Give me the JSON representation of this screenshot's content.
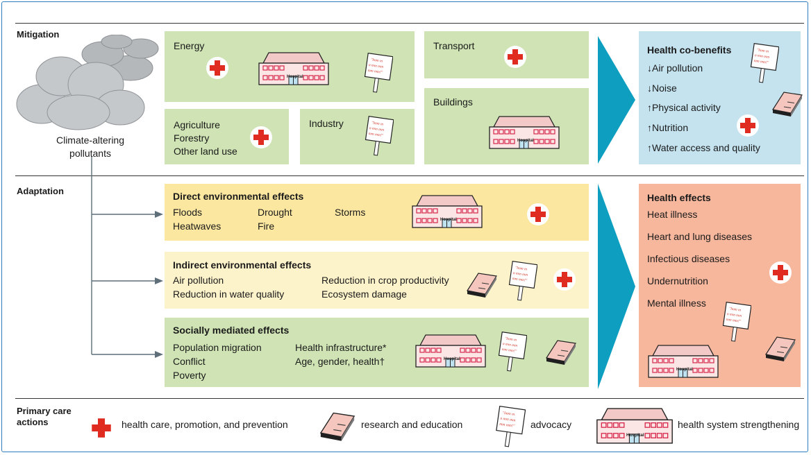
{
  "sections": {
    "mitigation": "Mitigation",
    "adaptation": "Adaptation",
    "primary_care": "Primary care\nactions"
  },
  "cloud_label": "Climate-altering\npollutants",
  "mitigation": {
    "energy": "Energy",
    "transport": "Transport",
    "agriculture": "Agriculture\nForestry\nOther land use",
    "industry": "Industry",
    "buildings": "Buildings"
  },
  "co_benefits": {
    "title": "Health co-benefits",
    "items": [
      "↓Air pollution",
      "↓Noise",
      "↑Physical activity",
      "↑Nutrition",
      "↑Water access and quality"
    ]
  },
  "direct": {
    "title": "Direct environmental effects",
    "items": [
      "Floods",
      "Drought",
      "Storms",
      "Heatwaves",
      "Fire"
    ]
  },
  "indirect": {
    "title": "Indirect environmental effects",
    "items": [
      "Air pollution",
      "Reduction in crop productivity",
      "Reduction in water quality",
      "Ecosystem damage"
    ]
  },
  "social": {
    "title": "Socially mediated effects",
    "items": [
      "Population migration",
      "Health infrastructure*",
      "Conflict",
      "Age, gender, health†",
      "Poverty"
    ]
  },
  "health_effects": {
    "title": "Health effects",
    "items": [
      "Heat illness",
      "Heart and lung diseases",
      "Infectious diseases",
      "Undernutrition",
      "Mental illness"
    ]
  },
  "legend": {
    "care": "health care, promotion, and prevention",
    "research": "research and education",
    "advocacy": "advocacy",
    "health_system": "health system strengthening"
  },
  "icon_text": {
    "hospital": "Hospital",
    "sign_line1": "\"lmm m",
    "sign_line2": "n mm mm",
    "sign_line3": "mm mm!\""
  },
  "colors": {
    "green": "#cfe3b4",
    "yellow": "#fbe7a0",
    "light_yellow": "#fdf3cb",
    "blue": "#c4e3ef",
    "salmon": "#f7b79d",
    "arrow": "#0e9fc0",
    "cross": "#e02b20"
  }
}
